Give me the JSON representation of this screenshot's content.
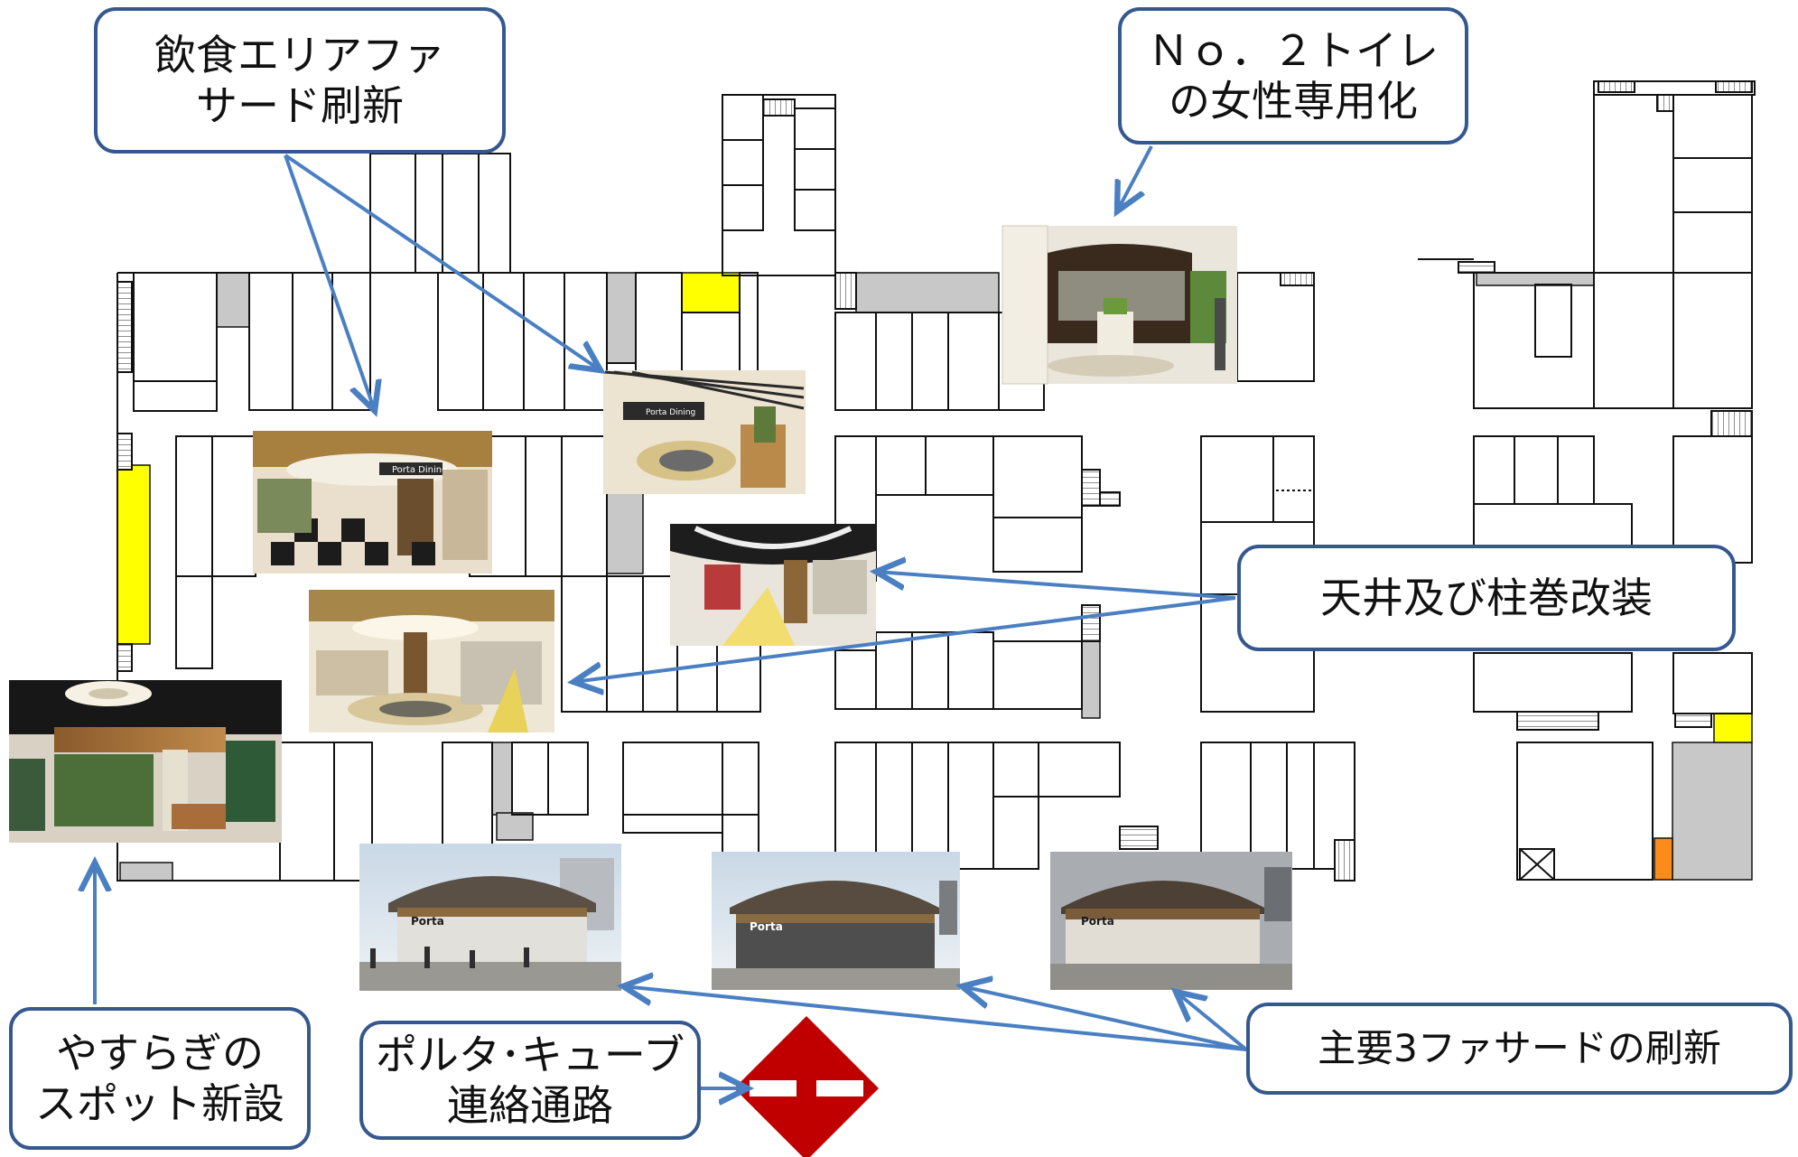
{
  "callouts": {
    "dining": {
      "line1": "飲食エリアファ",
      "line2": "サード刷新"
    },
    "toilet": {
      "line1": "Ｎｏ．２トイレ",
      "line2": "の女性専用化"
    },
    "ceiling": {
      "text": "天井及び柱巻改装"
    },
    "spot": {
      "line1": "やすらぎの",
      "line2": "スポット新設"
    },
    "passage": {
      "line1": "ポルタ･キューブ",
      "line2": "連絡通路"
    },
    "facade3": {
      "text": "主要3ファサードの刷新"
    }
  },
  "photo_signs": {
    "porta_dining": "Porta Dining",
    "porta_dining2": "Porta Dining",
    "porta1": "Porta",
    "porta2": "Porta",
    "porta3": "Porta"
  },
  "colors": {
    "wall": "#111111",
    "gray_area": "#c8c8c8",
    "yellow_area": "#ffff00",
    "orange_area": "#ff8c1a",
    "arrow_blue": "#4a7fc2",
    "callout_border": "#35588f",
    "entrance_red": "#c00000"
  }
}
